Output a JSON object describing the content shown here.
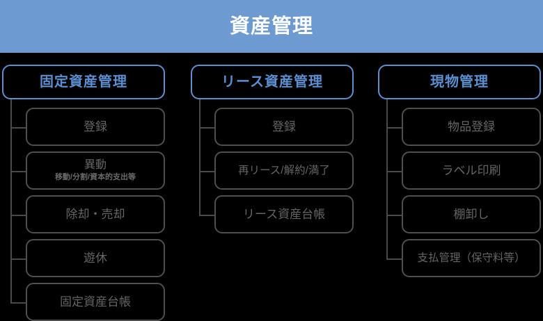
{
  "banner": {
    "title": "資産管理",
    "background_color": "#6d9bd1",
    "text_color": "#ffffff"
  },
  "theme": {
    "page_background": "#000000",
    "accent_blue": "#5b8fd0",
    "header_border": "#5e90cf",
    "item_border": "#4f4f4f",
    "item_text": "#656565",
    "connector": "#4a4a4a"
  },
  "columns": [
    {
      "header": "固定資産管理",
      "items": [
        {
          "label": "登録"
        },
        {
          "label": "異動",
          "sub": "移動/分割/資本的支出等"
        },
        {
          "label": "除却・売却"
        },
        {
          "label": "遊休"
        },
        {
          "label": "固定資産台帳"
        }
      ]
    },
    {
      "header": "リース資産管理",
      "items": [
        {
          "label": "登録"
        },
        {
          "label": "再リース/解約/満了"
        },
        {
          "label": "リース資産台帳"
        }
      ]
    },
    {
      "header": "現物管理",
      "items": [
        {
          "label": "物品登録"
        },
        {
          "label": "ラベル印刷"
        },
        {
          "label": "棚卸し"
        },
        {
          "label": "支払管理（保守料等）"
        }
      ]
    }
  ]
}
